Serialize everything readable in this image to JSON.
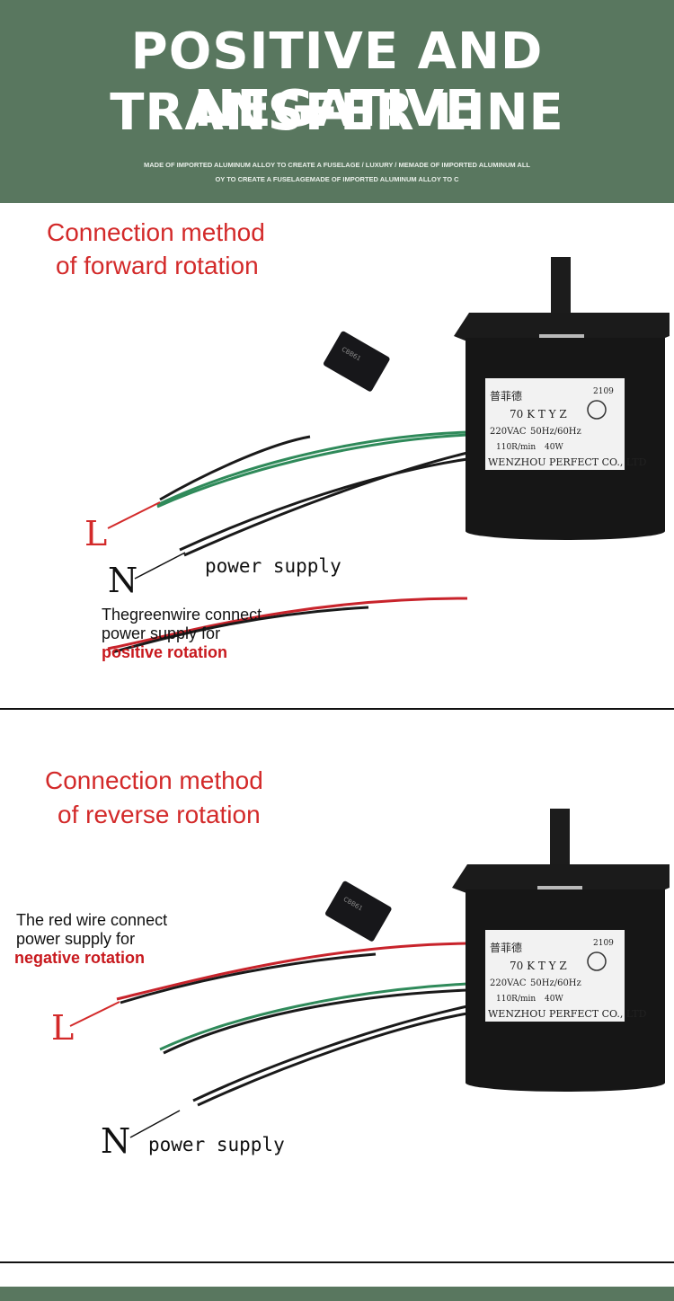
{
  "header": {
    "title_line1": "POSITIVE AND NEGATIVE",
    "title_line2": "TRANSFER LINE",
    "subtitle_line1": "MADE OF IMPORTED ALUMINUM ALLOY TO CREATE A FUSELAGE / LUXURY / MEMADE OF IMPORTED ALUMINUM ALL",
    "subtitle_line2": "OY TO CREATE A FUSELAGEMADE OF IMPORTED ALUMINUM ALLOY TO C"
  },
  "forward": {
    "heading_line1": "Connection method",
    "heading_line2": "of forward rotation",
    "label_L": "L",
    "label_N": "N",
    "power_supply": "power supply",
    "note_line1": "Thegreenwire connect",
    "note_line2": "power supply for",
    "note_line3": "positive rotation"
  },
  "reverse": {
    "heading_line1": "Connection method",
    "heading_line2": "of reverse rotation",
    "label_L": "L",
    "label_N": "N",
    "power_supply": "power supply",
    "note_line1": "The red wire connect",
    "note_line2": "power supply for",
    "note_line3": "negative rotation"
  },
  "motor_label": {
    "brand": "普菲德",
    "code": "2109",
    "model": "70 K T Y Z",
    "voltage": "220VAC",
    "freq": "50Hz/60Hz",
    "speed": "110R/min",
    "power": "40W",
    "maker": "WENZHOU PERFECT CO., LTD"
  },
  "colors": {
    "header_bg": "#59775f",
    "heading_red": "#d32a2a",
    "note_red": "#c8191e",
    "wire_red": "#c8232b",
    "wire_green": "#2f8a5a",
    "wire_black": "#1a1a1a"
  }
}
